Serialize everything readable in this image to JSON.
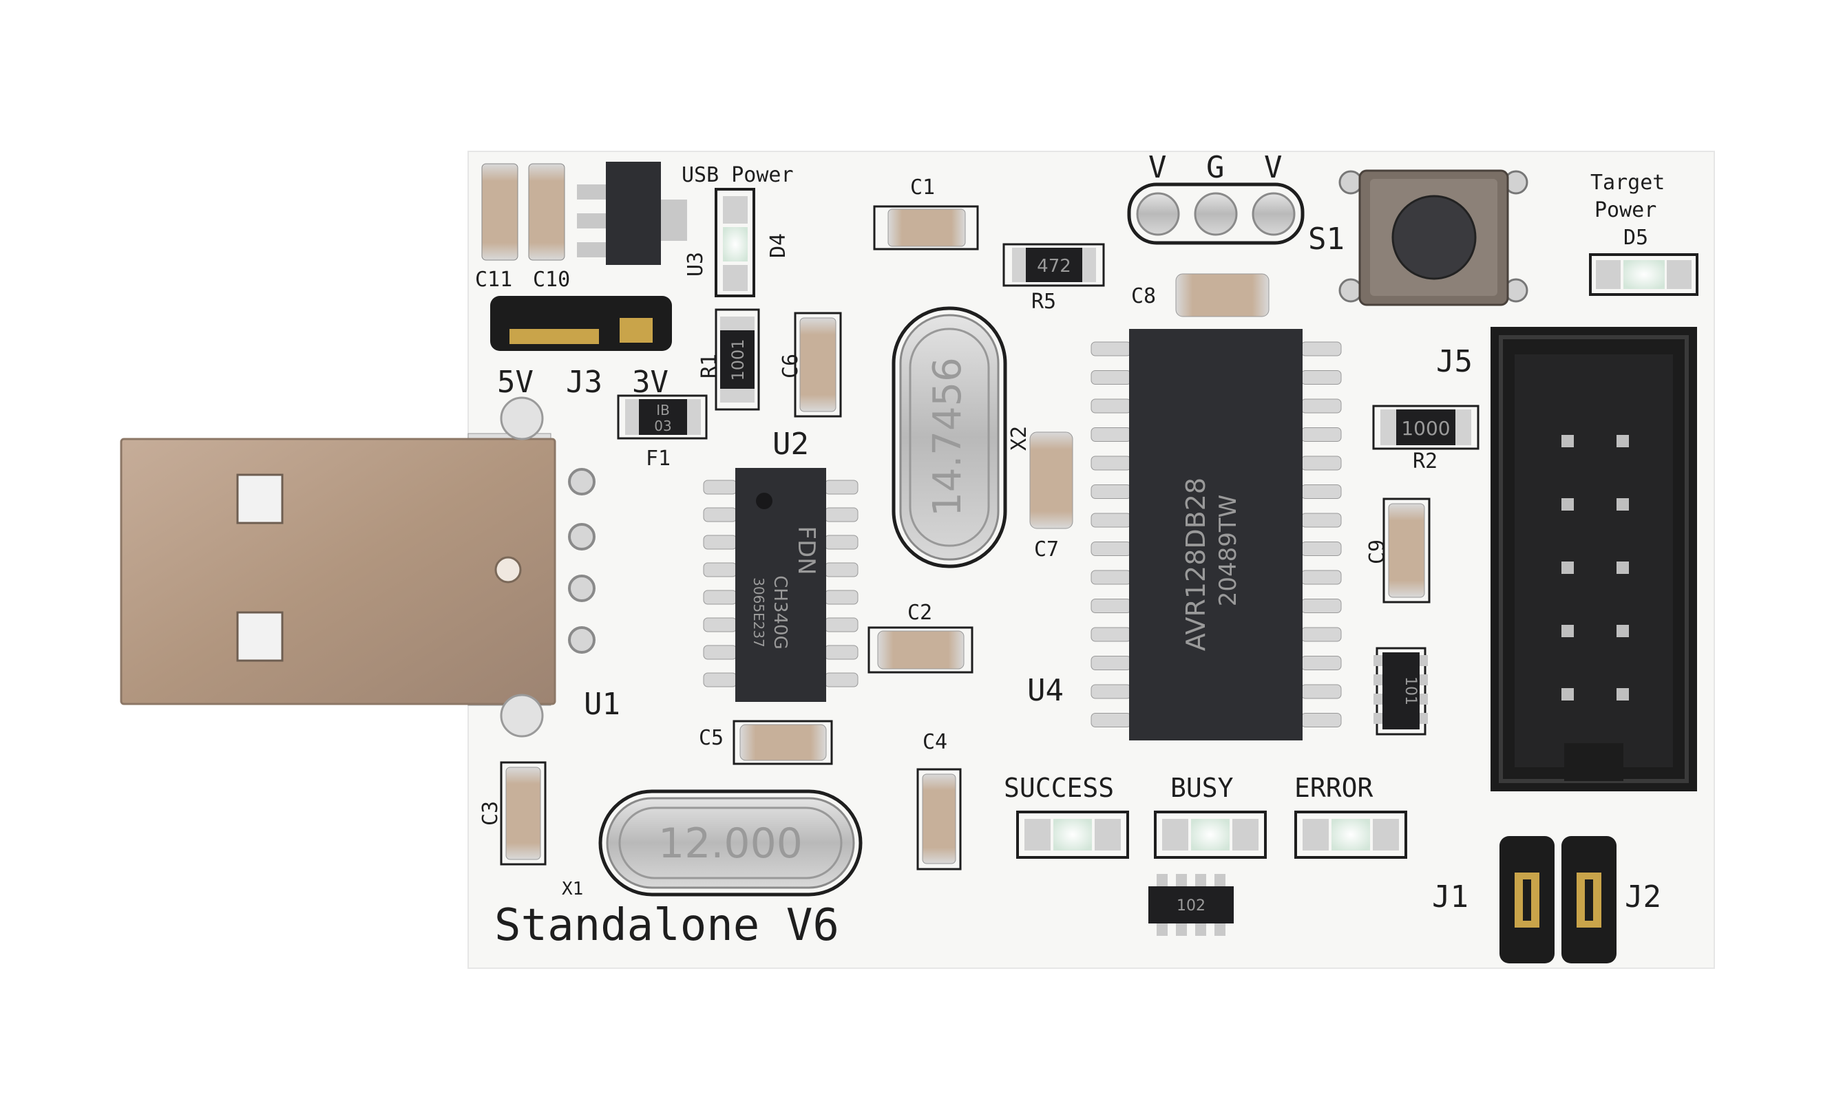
{
  "board": {
    "title": "Standalone V6",
    "colors": {
      "pcb": "#f7f7f5",
      "silkscreen": "#1e1e1e",
      "usb_metal": "#b49a86",
      "chip_body": "#2e2f33",
      "pin_metal": "#c9c9c9",
      "header_black": "#1c1c1c",
      "gold": "#c9a44a",
      "cap_body": "#c7b39b"
    },
    "headers": {
      "vgv": {
        "labels": [
          "V",
          "G",
          "V"
        ]
      }
    }
  },
  "labels": {
    "usb_power": "USB Power",
    "target_power_1": "Target",
    "target_power_2": "Power",
    "c1": "C1",
    "c2": "C2",
    "c3": "C3",
    "c4": "C4",
    "c5": "C5",
    "c6": "C6",
    "c7": "C7",
    "c8": "C8",
    "c9": "C9",
    "c10": "C10",
    "c11": "C11",
    "d4": "D4",
    "d5": "D5",
    "f1": "F1",
    "j1": "J1",
    "j2": "J2",
    "j3": "J3",
    "j5": "J5",
    "jumper_5v": "5V",
    "jumper_3v": "3V",
    "r1": "R1",
    "r2": "R2",
    "r5": "R5",
    "s1": "S1",
    "u1": "U1",
    "u2": "U2",
    "u3": "U3",
    "u4": "U4",
    "x1": "X1",
    "x2": "X2",
    "led_success": "SUCCESS",
    "led_busy": "BUSY",
    "led_error": "ERROR"
  },
  "markings": {
    "x1_crystal": "12.000",
    "x2_crystal": "14.7456",
    "r5": "472",
    "r1": "1001",
    "r2": "1000",
    "f1_top": "IB",
    "f1_bottom": "03",
    "u2_line1": "FDN",
    "u2_line2": "CH340G",
    "u2_line3": "3065E237",
    "u4_line1": "AVR128DB28",
    "u4_line2": "20489TW",
    "array_1": "101",
    "array_2": "102"
  }
}
